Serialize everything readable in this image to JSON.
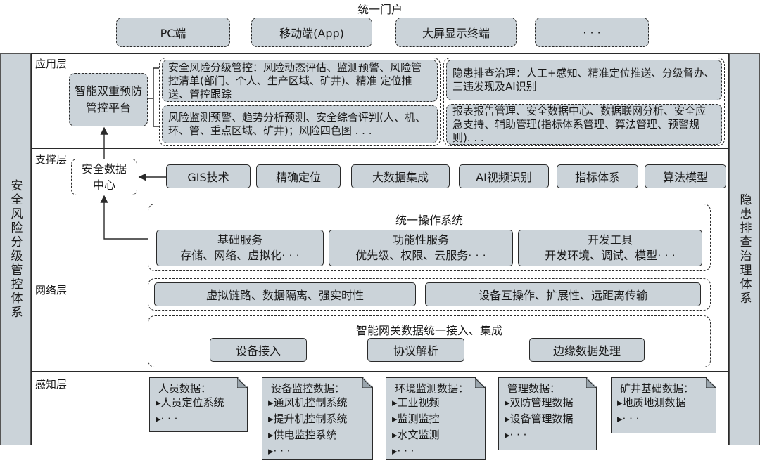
{
  "portal": {
    "title": "统一门户",
    "items": [
      "PC端",
      "移动端(App)",
      "大屏显示终端",
      "· · ·"
    ]
  },
  "side": {
    "left": "安全风险分级管控体系",
    "right": "隐患排查治理体系"
  },
  "layers": {
    "application": "应用层",
    "support": "支撑层",
    "network": "网络层",
    "perception": "感知层"
  },
  "application": {
    "platform": "智能双重预防管控平台",
    "risk_control": "安全风险分级管控：风险动态评估、监测预警、风险管控清单(部门、个人、生产区域、矿井)、精准 定位推送、管控跟踪",
    "risk_monitor": "风险监测预警、趋势分析预测、安全综合评判(人、机、环、管、重点区域、矿井)；风险四色图 . . .",
    "hazard": "隐患排查治理：人工+感知、精准定位推送、分级督办、三违发现及AI识别",
    "reports": "报表报告管理、安全数据中心、数据联网分析、安全应急支持、辅助管理(指标体系管理、算法管理、预警规则). . ."
  },
  "support": {
    "data_center": "安全数据中心",
    "techs": [
      "GIS技术",
      "精确定位",
      "大数据集成",
      "AI视频识别",
      "指标体系",
      "算法模型"
    ],
    "os_title": "统一操作系统",
    "services": [
      {
        "name": "基础服务",
        "detail": "存储、网络、虚拟化· · ·"
      },
      {
        "name": "功能性服务",
        "detail": "优先级、权限、云服务· · ·"
      },
      {
        "name": "开发工具",
        "detail": "开发环境、调试、模型· · ·"
      }
    ]
  },
  "network": {
    "features": [
      "虚拟链路、数据隔离、强实时性",
      "设备互操作、扩展性、远距离传输"
    ],
    "gateway_title": "智能网关数据统一接入、集成",
    "gateway_items": [
      "设备接入",
      "协议解析",
      "边缘数据处理"
    ]
  },
  "perception": {
    "docs": [
      {
        "title": "人员数据：",
        "items": [
          "人员定位系统",
          "· · ·"
        ]
      },
      {
        "title": "设备监控数据：",
        "items": [
          "通风机控制系统",
          "提升机控制系统",
          "供电监控系统",
          "· · ·"
        ]
      },
      {
        "title": "环境监测数据：",
        "items": [
          "工业视频",
          "监测监控",
          "水文监测",
          "· · ·"
        ]
      },
      {
        "title": "管理数据：",
        "items": [
          "双防管理数据",
          "设备管理数据",
          "· · ·"
        ]
      },
      {
        "title": "矿井基础数据：",
        "items": [
          "地质地测数据",
          "· · ·"
        ]
      }
    ]
  }
}
